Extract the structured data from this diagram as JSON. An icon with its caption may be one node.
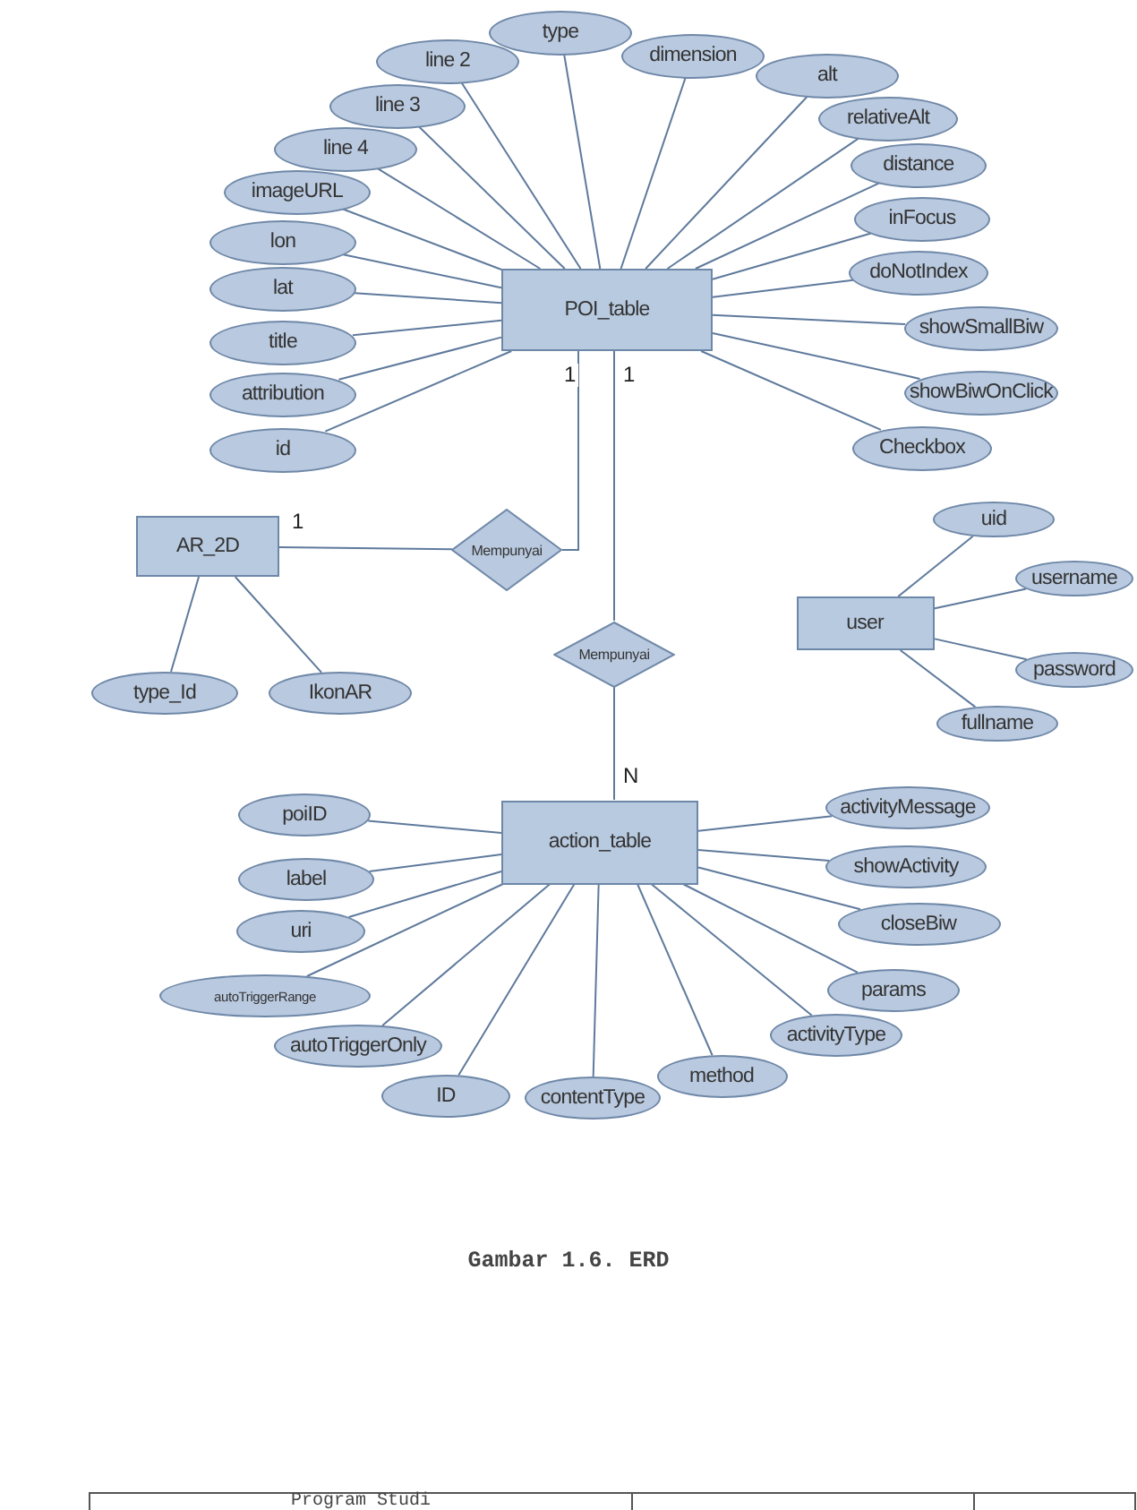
{
  "diagram": {
    "caption": "Gambar 1.6. ERD",
    "nodes": [
      {
        "text": [
          "POI_table"
        ]
      },
      {
        "text": [
          "type"
        ]
      },
      {
        "text": [
          "line 2"
        ]
      },
      {
        "text": [
          "dimension"
        ]
      },
      {
        "text": [
          "alt"
        ]
      },
      {
        "text": [
          "line 3"
        ]
      },
      {
        "text": [
          "relativeAlt"
        ]
      },
      {
        "text": [
          "line 4"
        ]
      },
      {
        "text": [
          "distance"
        ]
      },
      {
        "text": [
          "imageURL"
        ]
      },
      {
        "text": [
          "inFocus"
        ]
      },
      {
        "text": [
          "lon"
        ]
      },
      {
        "text": [
          "doNotIndex"
        ]
      },
      {
        "text": [
          "lat"
        ]
      },
      {
        "text": [
          "showSmallBiw"
        ]
      },
      {
        "text": [
          "title"
        ]
      },
      {
        "text": [
          "showBiwOnClick"
        ]
      },
      {
        "text": [
          "attribution"
        ]
      },
      {
        "text": [
          "Checkbox"
        ]
      },
      {
        "text": [
          "id"
        ]
      },
      {
        "text": [
          "AR_2D"
        ]
      },
      {
        "text": [
          "Mempunyai"
        ]
      },
      {
        "text": [
          "user"
        ]
      },
      {
        "text": [
          "uid"
        ]
      },
      {
        "text": [
          "username"
        ]
      },
      {
        "text": [
          "Mempunyai"
        ]
      },
      {
        "text": [
          "password"
        ]
      },
      {
        "text": [
          "type_Id"
        ]
      },
      {
        "text": [
          "IkonAR"
        ]
      },
      {
        "text": [
          "fullname"
        ]
      },
      {
        "text": [
          "action_table"
        ]
      },
      {
        "text": [
          "poiID"
        ]
      },
      {
        "text": [
          "activityMessage"
        ]
      },
      {
        "text": [
          "showActivity"
        ]
      },
      {
        "text": [
          "label"
        ]
      },
      {
        "text": [
          "uri"
        ]
      },
      {
        "text": [
          "closeBiw"
        ]
      },
      {
        "text": [
          "autoTriggerRange"
        ]
      },
      {
        "text": [
          "params"
        ]
      },
      {
        "text": [
          "activityType"
        ]
      },
      {
        "text": [
          "autoTriggerOnly"
        ]
      },
      {
        "text": [
          "method"
        ]
      },
      {
        "text": [
          "contentType"
        ]
      },
      {
        "text": [
          "ID"
        ]
      }
    ],
    "edges": [
      {
        "from": 0,
        "to": 1,
        "arrow": "none"
      },
      {
        "from": 0,
        "to": 2,
        "arrow": "none"
      },
      {
        "from": 0,
        "to": 3,
        "arrow": "none"
      },
      {
        "from": 0,
        "to": 4,
        "arrow": "none"
      },
      {
        "from": 0,
        "to": 5,
        "arrow": "none"
      },
      {
        "from": 0,
        "to": 6,
        "arrow": "none"
      },
      {
        "from": 0,
        "to": 7,
        "arrow": "none"
      },
      {
        "from": 0,
        "to": 8,
        "arrow": "none"
      },
      {
        "from": 0,
        "to": 9,
        "arrow": "none"
      },
      {
        "from": 0,
        "to": 10,
        "arrow": "none"
      },
      {
        "from": 0,
        "to": 11,
        "arrow": "none"
      },
      {
        "from": 0,
        "to": 12,
        "arrow": "none"
      },
      {
        "from": 0,
        "to": 13,
        "arrow": "none"
      },
      {
        "from": 0,
        "to": 14,
        "arrow": "none"
      },
      {
        "from": 0,
        "to": 15,
        "arrow": "none"
      },
      {
        "from": 0,
        "to": 16,
        "arrow": "none"
      },
      {
        "from": 0,
        "to": 17,
        "arrow": "none"
      },
      {
        "from": 0,
        "to": 18,
        "arrow": "none"
      },
      {
        "from": 0,
        "to": 19,
        "arrow": "none"
      },
      {
        "from": 0,
        "to": 21,
        "label": "1",
        "arrow": "none"
      },
      {
        "from": 20,
        "to": 21,
        "label": "1",
        "arrow": "none"
      },
      {
        "from": 0,
        "to": 25,
        "label": "1",
        "arrow": "none"
      },
      {
        "from": 25,
        "to": 30,
        "label": "N",
        "arrow": "none"
      },
      {
        "from": 20,
        "to": 27,
        "arrow": "none"
      },
      {
        "from": 20,
        "to": 28,
        "arrow": "none"
      },
      {
        "from": 22,
        "to": 23,
        "arrow": "none"
      },
      {
        "from": 22,
        "to": 24,
        "arrow": "none"
      },
      {
        "from": 22,
        "to": 26,
        "arrow": "none"
      },
      {
        "from": 22,
        "to": 29,
        "arrow": "none"
      },
      {
        "from": 30,
        "to": 31,
        "arrow": "none"
      },
      {
        "from": 30,
        "to": 32,
        "arrow": "none"
      },
      {
        "from": 30,
        "to": 33,
        "arrow": "none"
      },
      {
        "from": 30,
        "to": 34,
        "arrow": "none"
      },
      {
        "from": 30,
        "to": 35,
        "arrow": "none"
      },
      {
        "from": 30,
        "to": 36,
        "arrow": "none"
      },
      {
        "from": 30,
        "to": 37,
        "arrow": "none"
      },
      {
        "from": 30,
        "to": 38,
        "arrow": "none"
      },
      {
        "from": 30,
        "to": 39,
        "arrow": "none"
      },
      {
        "from": 30,
        "to": 40,
        "arrow": "none"
      },
      {
        "from": 30,
        "to": 41,
        "arrow": "none"
      },
      {
        "from": 30,
        "to": 42,
        "arrow": "none"
      },
      {
        "from": 30,
        "to": 43,
        "arrow": "none"
      }
    ],
    "labels": [
      "Program Studi"
    ]
  }
}
